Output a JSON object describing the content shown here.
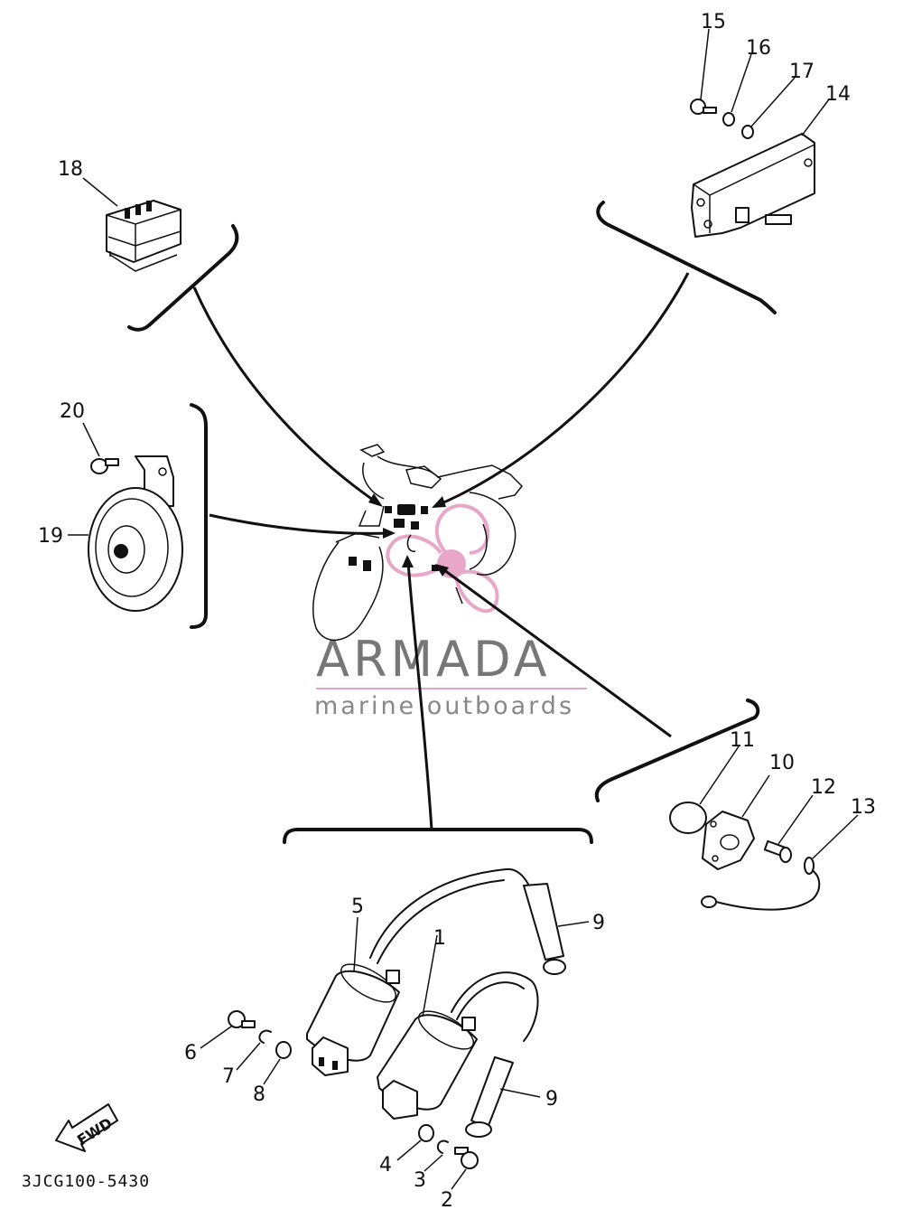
{
  "diagram": {
    "drawing_code": "3JCG100-5430",
    "fwd_label": "FWD",
    "watermark": {
      "title": "ARMADA",
      "subtitle": "marine outboards",
      "title_color": "#777777",
      "accent_color": "#e8a6c8"
    },
    "callouts": {
      "c1": "1",
      "c2": "2",
      "c3": "3",
      "c4": "4",
      "c5": "5",
      "c6": "6",
      "c7": "7",
      "c8": "8",
      "c9a": "9",
      "c9b": "9",
      "c10": "10",
      "c11": "11",
      "c12": "12",
      "c13": "13",
      "c14": "14",
      "c15": "15",
      "c16": "16",
      "c17": "17",
      "c18": "18",
      "c19": "19",
      "c20": "20"
    }
  }
}
